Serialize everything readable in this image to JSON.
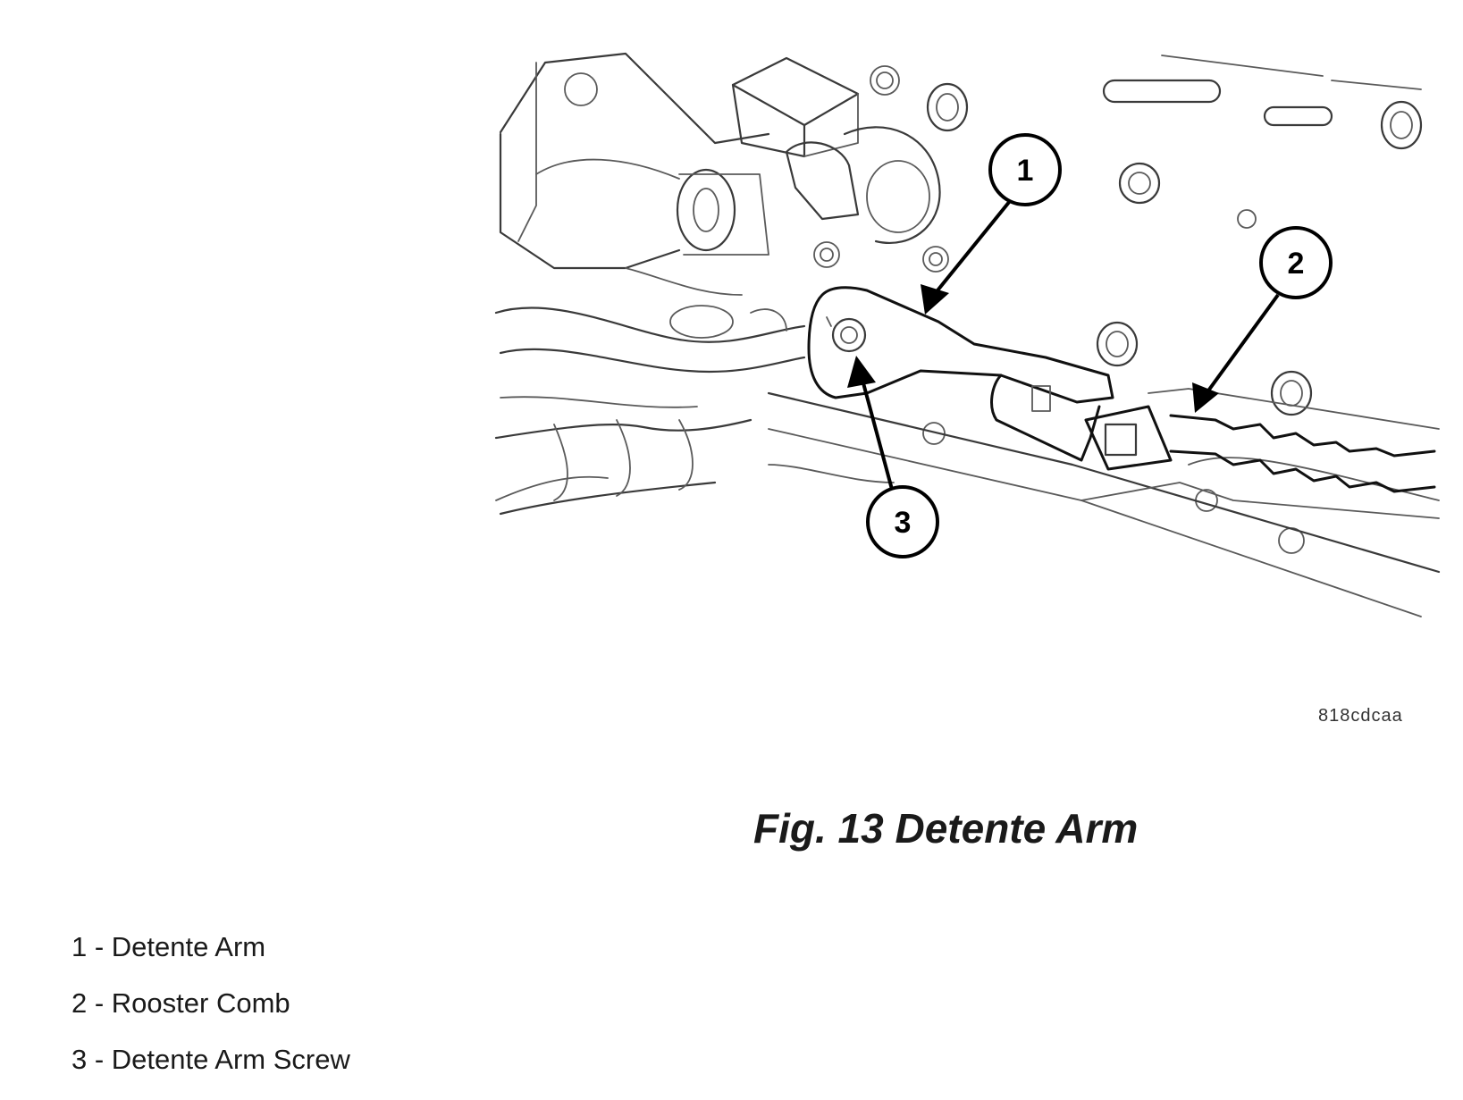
{
  "figure": {
    "art_code": "818cdcaa",
    "caption": "Fig. 13 Detente Arm",
    "callouts": [
      "1",
      "2",
      "3"
    ]
  },
  "legend": {
    "items": [
      "1 - Detente Arm",
      "2 - Rooster Comb",
      "3 - Detente Arm Screw"
    ]
  }
}
